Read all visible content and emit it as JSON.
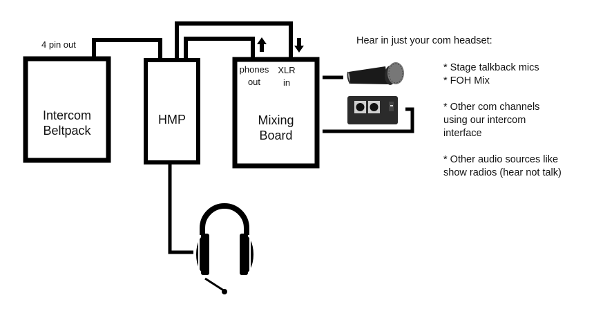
{
  "diagram": {
    "title": "Hear in just your com headset:",
    "nodes": {
      "intercom": {
        "label_line1": "Intercom",
        "label_line2": "Beltpack",
        "port_label": "4 pin out"
      },
      "hmp": {
        "label": "HMP"
      },
      "mixing_board": {
        "label_line1": "Mixing",
        "label_line2": "Board",
        "port_phones_line1": "phones",
        "port_phones_line2": "out",
        "port_xlr_line1": "XLR",
        "port_xlr_line2": "in"
      }
    },
    "sources": [
      {
        "line1": "* Stage talkback mics",
        "line2": "* FOH Mix"
      },
      {
        "line1": "* Other com channels",
        "line2": "using our intercom",
        "line3": "interface"
      },
      {
        "line1": "* Other audio sources like",
        "line2": "show radios (hear not talk)"
      }
    ],
    "icons": [
      "up-arrow-icon",
      "down-arrow-icon",
      "microphone-icon",
      "intercom-interface-icon",
      "headphones-icon"
    ]
  }
}
